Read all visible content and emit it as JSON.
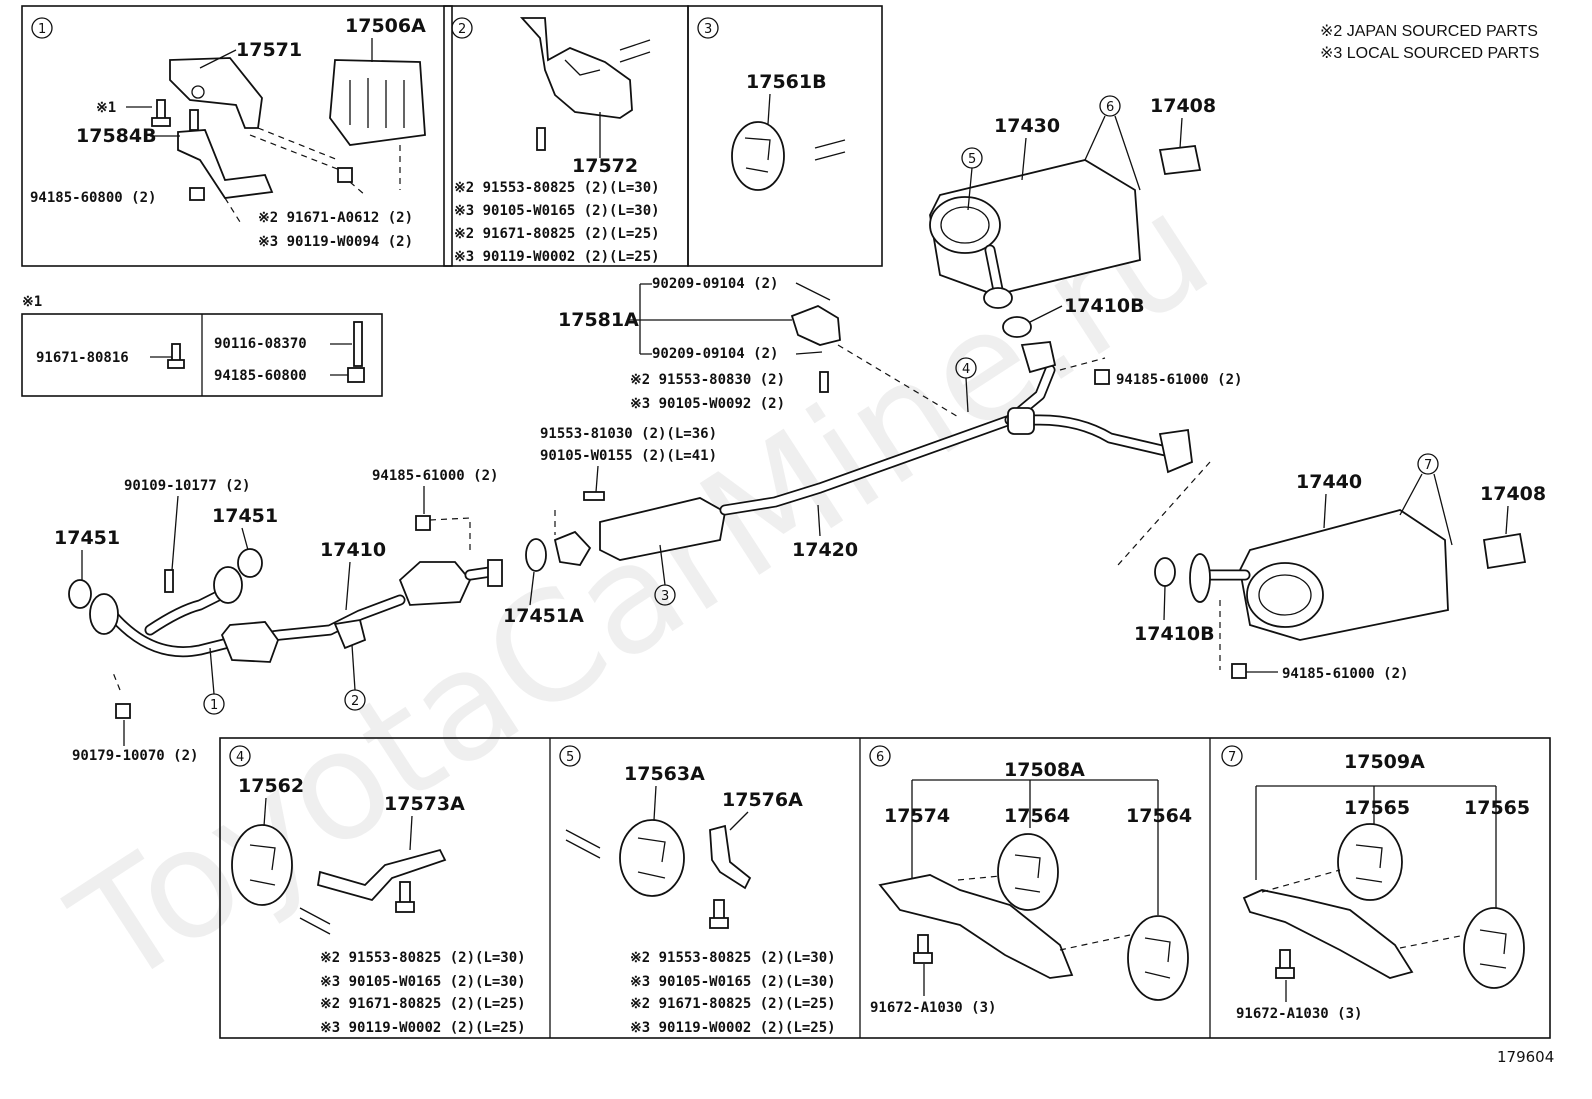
{
  "notes": {
    "japan": "※2 JAPAN SOURCED PARTS",
    "local": "※3 LOCAL SOURCED PARTS"
  },
  "watermark": "ToyotaCarMine.ru",
  "figure_id": "179604",
  "callouts": [
    "1",
    "2",
    "3",
    "4",
    "5",
    "6",
    "7"
  ],
  "box1": {
    "parts": [
      "17571",
      "17506A",
      "17584B"
    ],
    "star1": "※1",
    "n1": "94185-60800 (2)",
    "n2": "※2 91671-A0612 (2)",
    "n3": "※3 90119-W0094 (2)"
  },
  "box2": {
    "part": "17572",
    "n1": "※2 91553-80825 (2)(L=30)",
    "n2": "※3 90105-W0165 (2)(L=30)",
    "n3": "※2 91671-80825 (2)(L=25)",
    "n4": "※3 90119-W0002 (2)(L=25)"
  },
  "box3": {
    "part": "17561B"
  },
  "star1_box": {
    "title": "※1",
    "a": "91671-80816",
    "b": "90116-08370",
    "c": "94185-60800"
  },
  "main": {
    "p17430": "17430",
    "p17408a": "17408",
    "p17410b_a": "17410B",
    "n94185a": "94185-61000 (2)",
    "p17581a": "17581A",
    "n90209a": "90209-09104 (2)",
    "n90209b": "90209-09104 (2)",
    "n91553_80830": "※2 91553-80830 (2)",
    "n90105_w0092": "※3 90105-W0092 (2)",
    "n91553_81030": "91553-81030 (2)(L=36)",
    "n90105_w0155": "90105-W0155 (2)(L=41)",
    "p17420": "17420",
    "p17451a": "17451A",
    "n94185b": "94185-61000 (2)",
    "n90109": "90109-10177 (2)",
    "p17451_1": "17451",
    "p17451_2": "17451",
    "p17410": "17410",
    "n90179": "90179-10070 (2)",
    "p17440": "17440",
    "p17408b": "17408",
    "p17410b_b": "17410B",
    "n94185c": "94185-61000 (2)"
  },
  "box4": {
    "p1": "17562",
    "p2": "17573A",
    "n1": "※2 91553-80825 (2)(L=30)",
    "n2": "※3 90105-W0165 (2)(L=30)",
    "n3": "※2 91671-80825 (2)(L=25)",
    "n4": "※3 90119-W0002 (2)(L=25)"
  },
  "box5": {
    "p1": "17563A",
    "p2": "17576A",
    "n1": "※2 91553-80825 (2)(L=30)",
    "n2": "※3 90105-W0165 (2)(L=30)",
    "n3": "※2 91671-80825 (2)(L=25)",
    "n4": "※3 90119-W0002 (2)(L=25)"
  },
  "box6": {
    "assy": "17508A",
    "p1": "17574",
    "p2": "17564",
    "p3": "17564",
    "n1": "91672-A1030 (3)"
  },
  "box7": {
    "assy": "17509A",
    "p2": "17565",
    "p3": "17565",
    "n1": "91672-A1030 (3)"
  }
}
